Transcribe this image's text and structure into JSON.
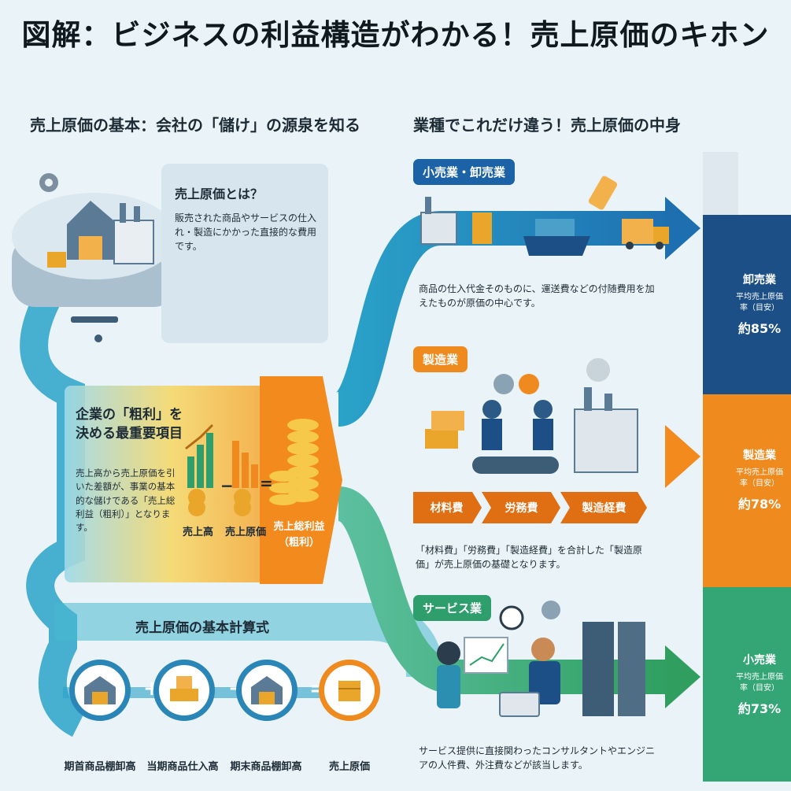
{
  "title": "図解：ビジネスの利益構造がわかる！売上原価のキホン",
  "left": {
    "heading": "売上原価の基本：会社の「儲け」の源泉を知る",
    "definition": {
      "question": "売上原価とは？",
      "text": "販売された商品やサービスの仕入れ・製造にかかった直接的な費用です。"
    },
    "gross_profit": {
      "heading_line1": "企業の「粗利」を",
      "heading_line2": "決める最重要項目",
      "text": "売上高から売上原価を引いた差額が、事業の基本的な儲けである「売上総利益（粗利）」となります。",
      "revenue_label": "売上高",
      "cost_label": "売上原価",
      "minus": "−",
      "equals": "=",
      "result_line1": "売上総利益",
      "result_line2": "（粗利）"
    },
    "formula": {
      "heading": "売上原価の基本計算式",
      "items": [
        "期首商品棚卸高",
        "当期商品仕入高",
        "期末商品棚卸高",
        "売上原価"
      ],
      "ops": [
        "+",
        "−",
        "="
      ]
    }
  },
  "right": {
    "heading": "業種でこれだけ違う！売上原価の中身",
    "retail": {
      "tag": "小売業・卸売業",
      "text": "商品の仕入代金そのものに、運送費などの付随費用を加えたものが原価の中心です。"
    },
    "manufacturing": {
      "tag": "製造業",
      "costs": [
        "材料費",
        "労務費",
        "製造経費"
      ],
      "text": "「材料費」「労務費」「製造経費」を合計した「製造原価」が売上原価の基礎となります。"
    },
    "service": {
      "tag": "サービス業",
      "text": "サービス提供に直接関わったコンサルタントやエンジニアの人件費、外注費などが該当します。"
    }
  },
  "rate_bar": {
    "rate_label": "平均売上原価率（目安）",
    "items": [
      {
        "industry": "卸売業",
        "rate": "約85%",
        "color": "#1b4f86"
      },
      {
        "industry": "製造業",
        "rate": "約78%",
        "color": "#ef8a1e"
      },
      {
        "industry": "小売業",
        "rate": "約73%",
        "color": "#34a574"
      }
    ]
  },
  "colors": {
    "blue_flow": "#1e7fb5",
    "orange_flow": "#f29a2e",
    "green_flow": "#3aa86b",
    "cyan_flow": "#2aa3c9",
    "coin": "#e9a62a"
  },
  "icons": [
    "gear-icon",
    "warehouse-icon",
    "factory-icon",
    "box-icon",
    "truck-icon",
    "ship-icon",
    "price-tag-icon",
    "coin-stack-icon",
    "bar-chart-icon",
    "worker-icon",
    "server-rack-icon",
    "laptop-icon",
    "clock-icon",
    "presentation-board-icon"
  ]
}
